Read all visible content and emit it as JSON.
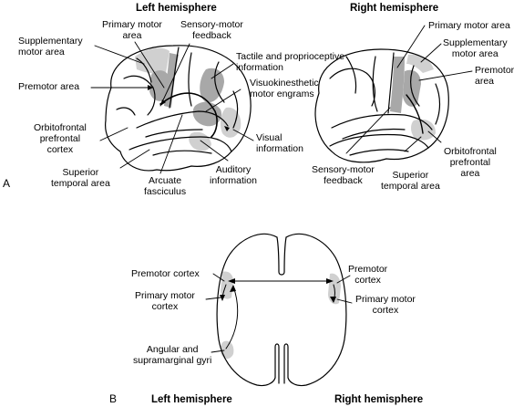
{
  "panel_a": {
    "panel_letter": "A",
    "left": {
      "title": "Left hemisphere",
      "labels": {
        "primary_motor_area": "Primary motor\narea",
        "sensory_motor_feedback": "Sensory-motor\nfeedback",
        "supplementary_motor_area": "Supplementary\nmotor area",
        "tactile_proprioceptive": "Tactile and proprioceptive\ninformation",
        "premotor_area": "Premotor area",
        "visuokinesthetic": "Visuokinesthetic\nmotor engrams",
        "orbitofrontal": "Orbitofrontal\nprefrontal\ncortex",
        "visual_information": "Visual\ninformation",
        "superior_temporal": "Superior\ntemporal area",
        "arcuate": "Arcuate\nfasciculus",
        "auditory_information": "Auditory\ninformation"
      }
    },
    "right": {
      "title": "Right hemisphere",
      "labels": {
        "primary_motor_area": "Primary motor area",
        "supplementary_motor_area": "Supplementary\nmotor area",
        "premotor_area": "Premotor\narea",
        "orbitofrontal": "Orbitofrontal\nprefrontal\narea",
        "sensory_motor_feedback": "Sensory-motor\nfeedback",
        "superior_temporal": "Superior\ntemporal area"
      }
    }
  },
  "panel_b": {
    "panel_letter": "B",
    "left_title": "Left hemisphere",
    "right_title": "Right hemisphere",
    "labels": {
      "premotor_cortex_left": "Premotor cortex",
      "primary_motor_cortex_left": "Primary motor\ncortex",
      "angular_supramarginal": "Angular and\nsupramarginal gyri",
      "premotor_cortex_right": "Premotor\ncortex",
      "primary_motor_cortex_right": "Primary motor\ncortex"
    }
  },
  "colors": {
    "ink": "#000000",
    "dark_shading": "#a8a8a8",
    "light_shading": "#d0d0d0"
  }
}
